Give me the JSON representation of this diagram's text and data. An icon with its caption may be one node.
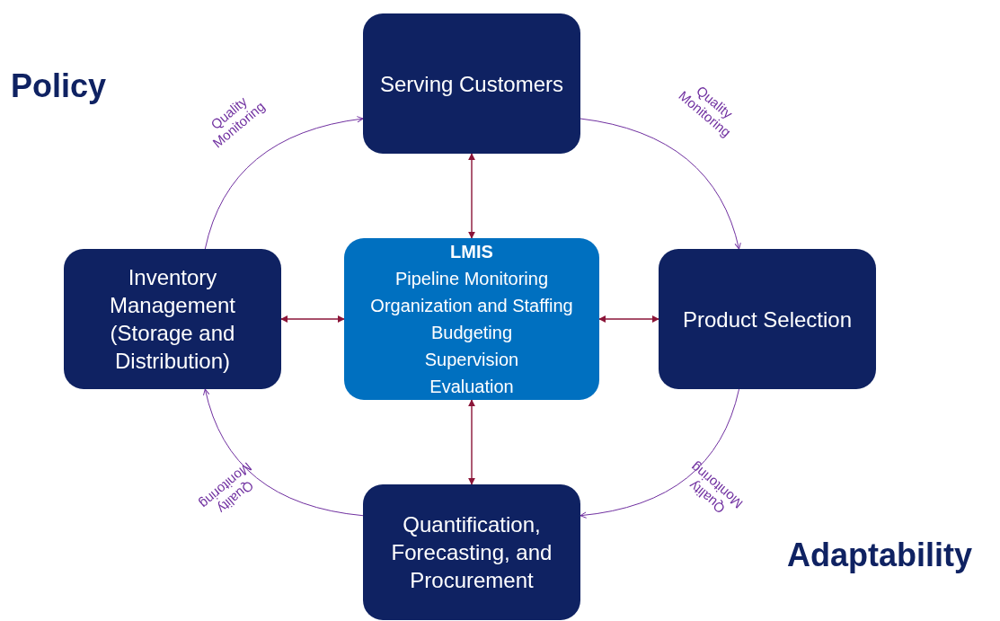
{
  "diagram": {
    "nodes": [
      {
        "text": [
          "Serving Customers"
        ]
      },
      {
        "text": [
          "Inventory Management (Storage and Distribution)"
        ]
      },
      {
        "text": [
          "LMIS",
          "Pipeline Monitoring",
          "Organization and Staffing",
          "Budgeting",
          "Supervision",
          "Evaluation"
        ]
      },
      {
        "text": [
          "Product Selection"
        ]
      },
      {
        "text": [
          "Quantification, Forecasting, and Procurement"
        ]
      }
    ],
    "edges": [
      {
        "from": 2,
        "to": 0,
        "arrow": "both"
      },
      {
        "from": 2,
        "to": 1,
        "arrow": "both"
      },
      {
        "from": 2,
        "to": 3,
        "arrow": "both"
      },
      {
        "from": 2,
        "to": 4,
        "arrow": "both"
      },
      {
        "from": 1,
        "to": 0,
        "arrow": "to",
        "label": "Quality Monitoring",
        "color": "#7030a0"
      },
      {
        "from": 0,
        "to": 3,
        "arrow": "to",
        "label": "Quality Monitoring",
        "color": "#7030a0"
      },
      {
        "from": 3,
        "to": 4,
        "arrow": "to",
        "label": "Quality Monitoring",
        "color": "#7030a0"
      },
      {
        "from": 4,
        "to": 1,
        "arrow": "to",
        "label": "Quality Monitoring",
        "color": "#7030a0"
      }
    ],
    "labels": [
      "Policy",
      "Adaptability"
    ]
  }
}
